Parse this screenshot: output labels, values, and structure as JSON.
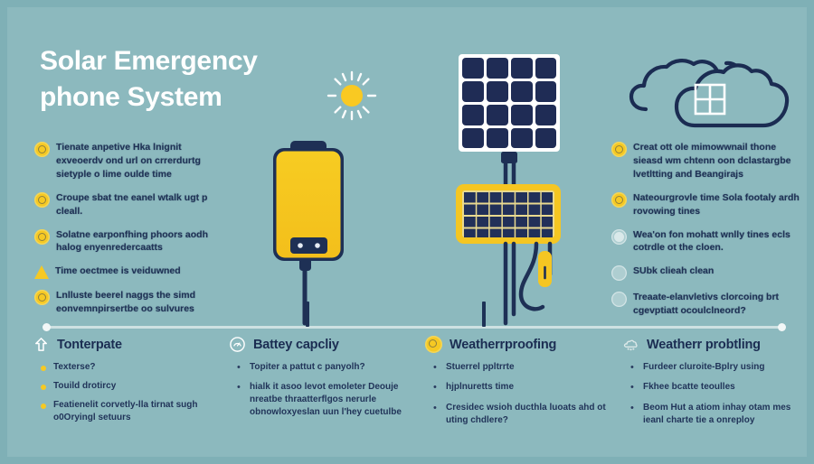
{
  "meta": {
    "background_color": "#8cb9be",
    "accent_yellow": "#f6c923",
    "ink_navy": "#1c2f54",
    "title_color": "#ffffff"
  },
  "title": {
    "line1": "Solar Emergency",
    "line2": "phone System"
  },
  "left_column": {
    "items": [
      {
        "icon": "yellow-circle-icon",
        "text": "Tienate anpetive Hka lnignit exveoerdv ond url on crrerdurtg sietyple o lime oulde time"
      },
      {
        "icon": "yellow-circle-icon",
        "text": "Croupe sbat tne eanel wtalk ugt p cleall."
      },
      {
        "icon": "yellow-circle-icon",
        "text": "Solatne earponfhing phoors aodh halog enyenredercaatts"
      },
      {
        "icon": "yellow-triangle-warning-icon",
        "text": "Time oectmee is veiduwned"
      },
      {
        "icon": "yellow-circle-icon",
        "text": "Lnlluste beerel naggs the simd eonvemnpirsertbe oo sulvures"
      }
    ]
  },
  "right_column": {
    "items": [
      {
        "icon": "yellow-circle-icon",
        "text": "Creat ott ole mimowwnail thone sieasd wm chtenn oon dclastargbe lvetltting and Beangirajs"
      },
      {
        "icon": "yellow-circle-icon",
        "text": "Nateourgrovle time Sola footaly ardh rovowing tines"
      },
      {
        "icon": "sunburst-icon",
        "text": "Wea'on fon mohatt wnlly tines ecls cotrdle ot the cloen."
      },
      {
        "icon": "pale-dot-icon",
        "text": "SUbk clieah clean"
      },
      {
        "icon": "pale-dot-icon",
        "text": "Treaate-elanvletivs clorcoing brt cgevptiatt ocoulclneord?"
      }
    ]
  },
  "divider": {
    "left_dot": "timeline-start-dot",
    "right_dot": "timeline-end-dot",
    "ticks": 2
  },
  "sections": [
    {
      "icon": "white-arrow-up-icon",
      "title": "Tonterpate",
      "bullet_style": "yellow-dot",
      "items": [
        "Texterse?",
        "Touild drotircy",
        "Featienelit corvetly-lla tirnat sugh o0Oryingl setuurs"
      ]
    },
    {
      "icon": "battery-gauge-icon",
      "title": "Battey capcliy",
      "bullet_style": "char",
      "items": [
        "Topiter a pattut c panyolh?",
        "hialk it asoo levot emoleter Deouje nreatbe thraatterflgos nerurle obnowloxyeslan uun l'hey cuetulbe"
      ]
    },
    {
      "icon": "yellow-circle-icon",
      "title": "Weatherrproofing",
      "bullet_style": "char",
      "items": [
        "Stuerrel ppltrrte",
        "hjplnuretts time",
        "Cresidec wsioh ducthla luoats ahd ot uting chdlere?"
      ]
    },
    {
      "icon": "pale-snow-cloud-icon",
      "title": "Weatherr probtling",
      "bullet_style": "char",
      "items": [
        "Furdeer cluroite-Bplry using",
        "Fkhee bcatte teoulles",
        "Beom Hut a atiom inhay otam mes ieanl charte tie a onreploy"
      ]
    }
  ],
  "illustrations": {
    "sun": "sun-icon",
    "power_bank": "yellow-power-bank-illustration",
    "solar_panel_top": "dark-solar-panel-illustration",
    "solar_panel_bottom": "yellow-framed-solar-panel-illustration",
    "clouds": "cloud-with-window-illustration",
    "inline_connector": "yellow-cable-connector-illustration"
  }
}
